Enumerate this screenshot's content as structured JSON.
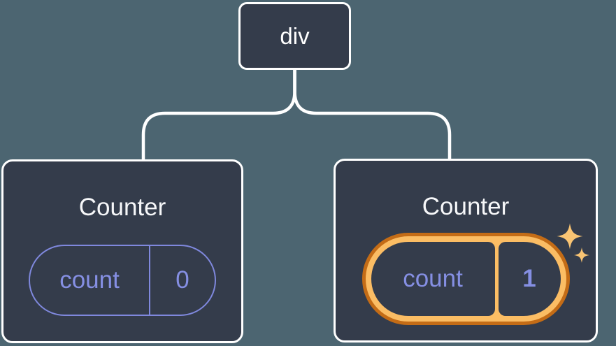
{
  "tree": {
    "root": {
      "label": "div"
    },
    "children": [
      {
        "title": "Counter",
        "state": {
          "key": "count",
          "value": "0"
        },
        "highlighted": false
      },
      {
        "title": "Counter",
        "state": {
          "key": "count",
          "value": "1"
        },
        "highlighted": true
      }
    ]
  },
  "colors": {
    "background": "#4c6571",
    "node_background": "#343c4b",
    "node_border": "#ffffff",
    "connector": "#ffffff",
    "state_accent": "#858fe3",
    "state_border": "#7f88dd",
    "highlight_outer_ring": "#c46c16",
    "highlight_inner_ring": "#fbbd64",
    "sparkle": "#f9c473",
    "text_primary": "#f6f7f9"
  }
}
